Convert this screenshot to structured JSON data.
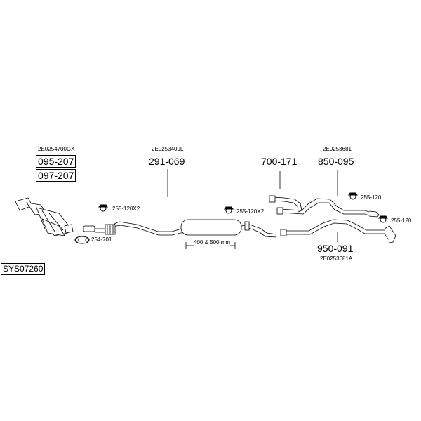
{
  "system_code": "SYS07260",
  "groups": {
    "catalyst": {
      "ref": "2E0254700GX",
      "parts": [
        "095-207",
        "097-207"
      ]
    },
    "front_pipe": {
      "ref": "2E0253409L",
      "part": "291-069"
    },
    "rear_pipe_top": {
      "ref": "2E0253681",
      "part": "850-095"
    },
    "rear_pipe_bottom": {
      "ref": "2E0253681A",
      "part": "950-091"
    },
    "tail_pipe": {
      "part": "700-171"
    }
  },
  "fittings": {
    "clamp_front": "255-120X2",
    "gasket": "254-701",
    "clamp_mid": "255-120X2",
    "clamp_top": "255-120",
    "clamp_right": "255-120"
  },
  "dimension": "400 & 500 mm"
}
